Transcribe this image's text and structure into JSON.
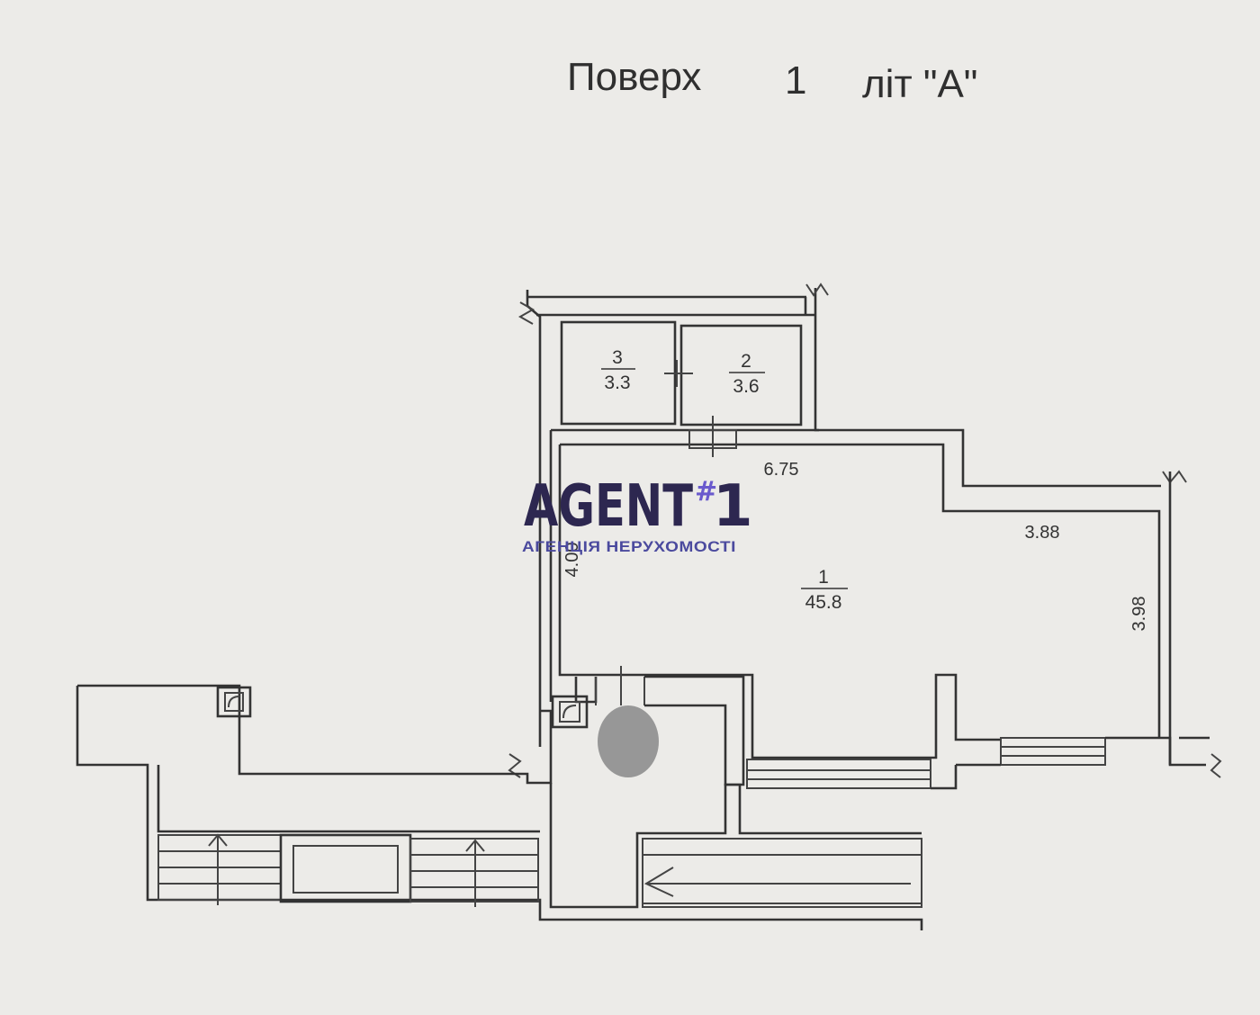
{
  "title": {
    "floor_label": "Поверх",
    "floor_number": "1",
    "building_letter": "літ \"А\""
  },
  "rooms": [
    {
      "number": "1",
      "area": "45.8"
    },
    {
      "number": "2",
      "area": "3.6"
    },
    {
      "number": "3",
      "area": "3.3"
    }
  ],
  "dimensions": {
    "top_width": "6.75",
    "right_width": "3.88",
    "right_height": "3.98",
    "left_height": "4.00"
  },
  "watermark": {
    "brand": "AGENT",
    "mark": "#",
    "number": "1",
    "tagline": "АГЕНЦІЯ НЕРУХОМОСТІ"
  },
  "colors": {
    "background": "#ecebe8",
    "lines": "#333333",
    "watermark_dark": "#2d2750",
    "watermark_accent": "#6a5acd",
    "blur_spot": "#8e8e8e"
  }
}
